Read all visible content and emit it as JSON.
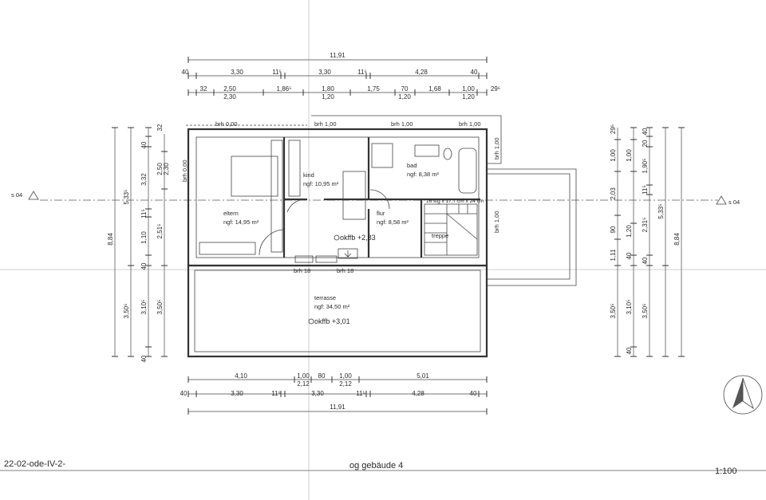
{
  "drawing": {
    "code": "22-02-ode-IV-2-",
    "title": "og gebäude 4",
    "scale": "1:100",
    "section_marker": "s 04"
  },
  "rooms": {
    "eltern": {
      "name": "eltern",
      "area": "ngf: 14,95 m²"
    },
    "kind": {
      "name": "kind",
      "area": "ngf: 10,95 m²"
    },
    "bad": {
      "name": "bad",
      "area": "ngf: 8,38 m²"
    },
    "flur": {
      "name": "flur",
      "area": "ngf: 8,58 m²"
    },
    "treppe": {
      "name": "treppe"
    },
    "terrasse": {
      "name": "terrasse",
      "area": "ngf: 34,50 m²"
    }
  },
  "stair_note": "16 stg x 17,7 cm x 24 cm",
  "levels": {
    "upper": "okffb +2,83",
    "terrace": "okffb +3,01"
  },
  "brh": {
    "top_left": "brh 0,00",
    "top_1": "brh 1,00",
    "top_2": "brh 1,00",
    "top_3": "brh 1,00",
    "left": "brh 0,00",
    "right_top": "brh 1,00",
    "right_mid": "brh 1,00",
    "bottom_1": "brh 18",
    "bottom_2": "brh 18"
  },
  "dims_top": {
    "overall": "11,91",
    "row1": [
      "40",
      "3,30",
      "11⁵",
      "3,30",
      "11⁵",
      "4,28",
      "40"
    ],
    "row2_upper": [
      "32",
      "2,50",
      "1,86⁵",
      "1,80",
      "1,75",
      "70",
      "1,68",
      "1,00",
      "29⁵"
    ],
    "row2_lower": [
      "2,30",
      "1,20",
      "1,20",
      "1,20"
    ]
  },
  "dims_bottom": {
    "row1": [
      "4,10",
      "1,00",
      "80",
      "1,00",
      "5,01"
    ],
    "row1_sub": [
      "2,12",
      "2,12"
    ],
    "row2": [
      "40",
      "3,30",
      "11⁵",
      "3,30",
      "11⁵",
      "4,28",
      "40"
    ],
    "overall": "11,91"
  },
  "dims_left": {
    "overall": "8,84",
    "col2": [
      "5,33⁵",
      "3,50⁵"
    ],
    "col3": [
      "32",
      "40",
      "3,32",
      "11⁵",
      "1,10",
      "40",
      "3,10⁵",
      "40"
    ],
    "col4": [
      "2,50",
      "2,30",
      "2,51⁵",
      "3,50⁵"
    ]
  },
  "dims_right": {
    "overall": "8,84",
    "col1": [
      "1,00",
      "2,03",
      "90",
      "1,11",
      "3,50⁵"
    ],
    "col2": [
      "29⁵",
      "1,00",
      "1,20",
      "40",
      "3,10⁵",
      "40"
    ],
    "col3": [
      "40",
      "20",
      "1,90⁵",
      "11⁵",
      "2,31⁵",
      "40",
      "3,50⁵"
    ],
    "col4": [
      "5,33⁵"
    ]
  }
}
